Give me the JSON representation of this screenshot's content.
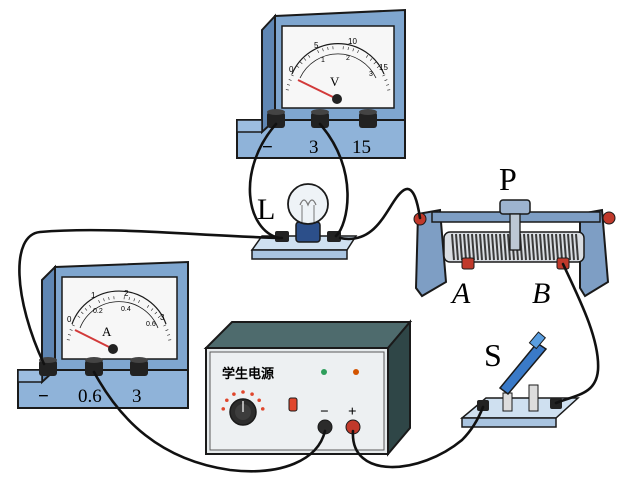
{
  "voltmeter": {
    "unit": "V",
    "terminals": [
      "−",
      "3",
      "15"
    ],
    "scale_top": [
      "0",
      "5",
      "10",
      "15"
    ],
    "scale_bottom": [
      "1",
      "2",
      "3"
    ],
    "reading_fraction": 0
  },
  "ammeter": {
    "unit": "A",
    "terminals": [
      "−",
      "0.6",
      "3"
    ],
    "scale_top": [
      "0",
      "1",
      "2",
      "3"
    ],
    "scale_bottom": [
      "0.2",
      "0.4",
      "0.6"
    ],
    "reading_fraction": 0
  },
  "labels": {
    "bulb": "L",
    "rheostat": "P",
    "rheostat_end_a": "A",
    "rheostat_end_b": "B",
    "switch": "S"
  },
  "power_supply": {
    "title": "学生电源",
    "minus": "−",
    "plus": "+"
  },
  "colors": {
    "meter_body": "#7fa6cf",
    "meter_face": "#f7f7f7",
    "supply_body": "#3d5a5c",
    "wire": "#111111",
    "rheostat_body": "#7e9ec4",
    "terminal_red": "#c0392b"
  }
}
